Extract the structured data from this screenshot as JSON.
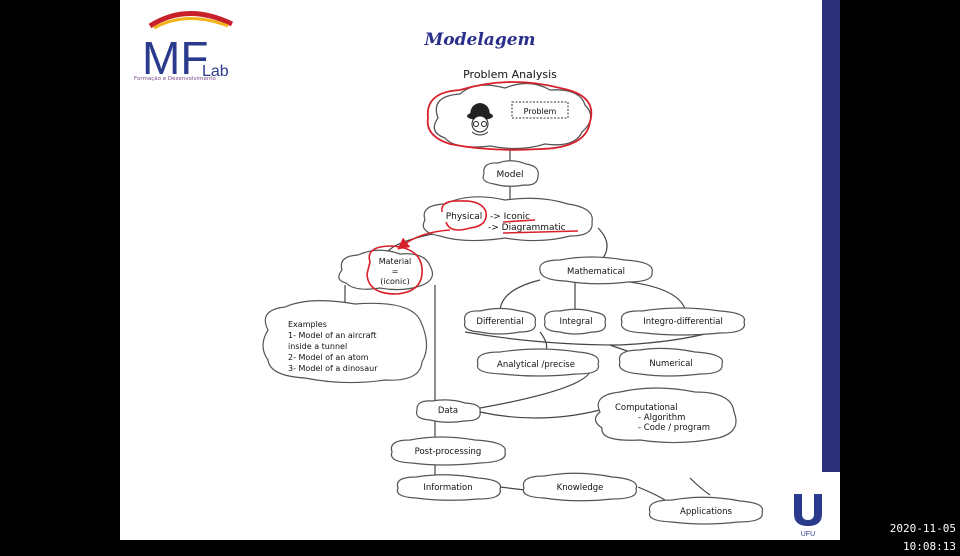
{
  "slide": {
    "title": "Modelagem",
    "logo": {
      "text": "MF",
      "suffix": "Lab",
      "tagline": "Formação e Desenvolvimento"
    },
    "ufu_logo_text": "UFU"
  },
  "diagram": {
    "heading": "Problem Analysis",
    "problem": "Problem",
    "model": "Model",
    "physical": "Physical",
    "iconic": "-> Iconic",
    "diagrammatic": "-> Diagrammatic",
    "material": [
      "Material",
      "=",
      "(iconic)"
    ],
    "examples": [
      "Examples",
      "1- Model of an aircraft",
      "inside a tunnel",
      "2- Model of an atom",
      "3- Model of a dinosaur"
    ],
    "mathematical": "Mathematical",
    "differential": "Differential",
    "integral": "Integral",
    "integro_differential": "Integro-differential",
    "analytical": "Analytical /precise",
    "numerical": "Numerical",
    "computational": [
      "Computational",
      "- Algorithm",
      "- Code / program"
    ],
    "data": "Data",
    "post_processing": "Post-processing",
    "information": "Information",
    "knowledge": "Knowledge",
    "applications": "Applications"
  },
  "status": {
    "timestamp": "2020-11-05 10:08:13"
  },
  "colors": {
    "title": "#2a2f8a",
    "annotation": "#d8202a",
    "bar": "#2d2f7a"
  }
}
